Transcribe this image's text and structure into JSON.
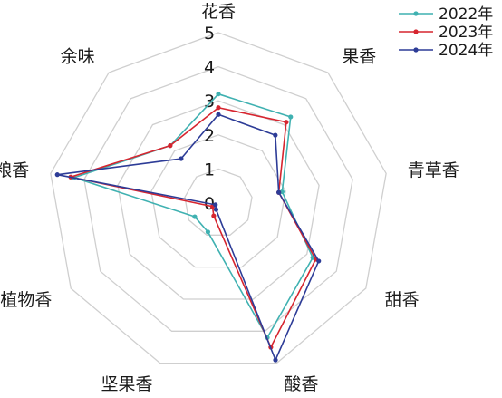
{
  "chart_data": {
    "type": "radar",
    "title": "",
    "axes": [
      "花香",
      "果香",
      "青草香",
      "甜香",
      "酸香",
      "坚果香",
      "植物香",
      "粮香",
      "余味"
    ],
    "rlim": [
      0,
      5
    ],
    "ticks": [
      "0",
      "1",
      "2",
      "3",
      "4",
      "5"
    ],
    "grid": true,
    "legend_position": "top-right",
    "series": [
      {
        "name": "2022年",
        "color": "#3fb1b1",
        "values": [
          3.2,
          3.3,
          1.9,
          3.2,
          4.2,
          0.9,
          0.8,
          4.3,
          2.2
        ]
      },
      {
        "name": "2023年",
        "color": "#d6252f",
        "values": [
          2.8,
          3.1,
          1.8,
          3.3,
          4.5,
          0.4,
          0.2,
          4.4,
          2.2
        ]
      },
      {
        "name": "2024年",
        "color": "#2d3c97",
        "values": [
          2.6,
          2.6,
          1.8,
          3.4,
          4.9,
          0.2,
          0.1,
          4.8,
          1.7
        ]
      }
    ]
  }
}
